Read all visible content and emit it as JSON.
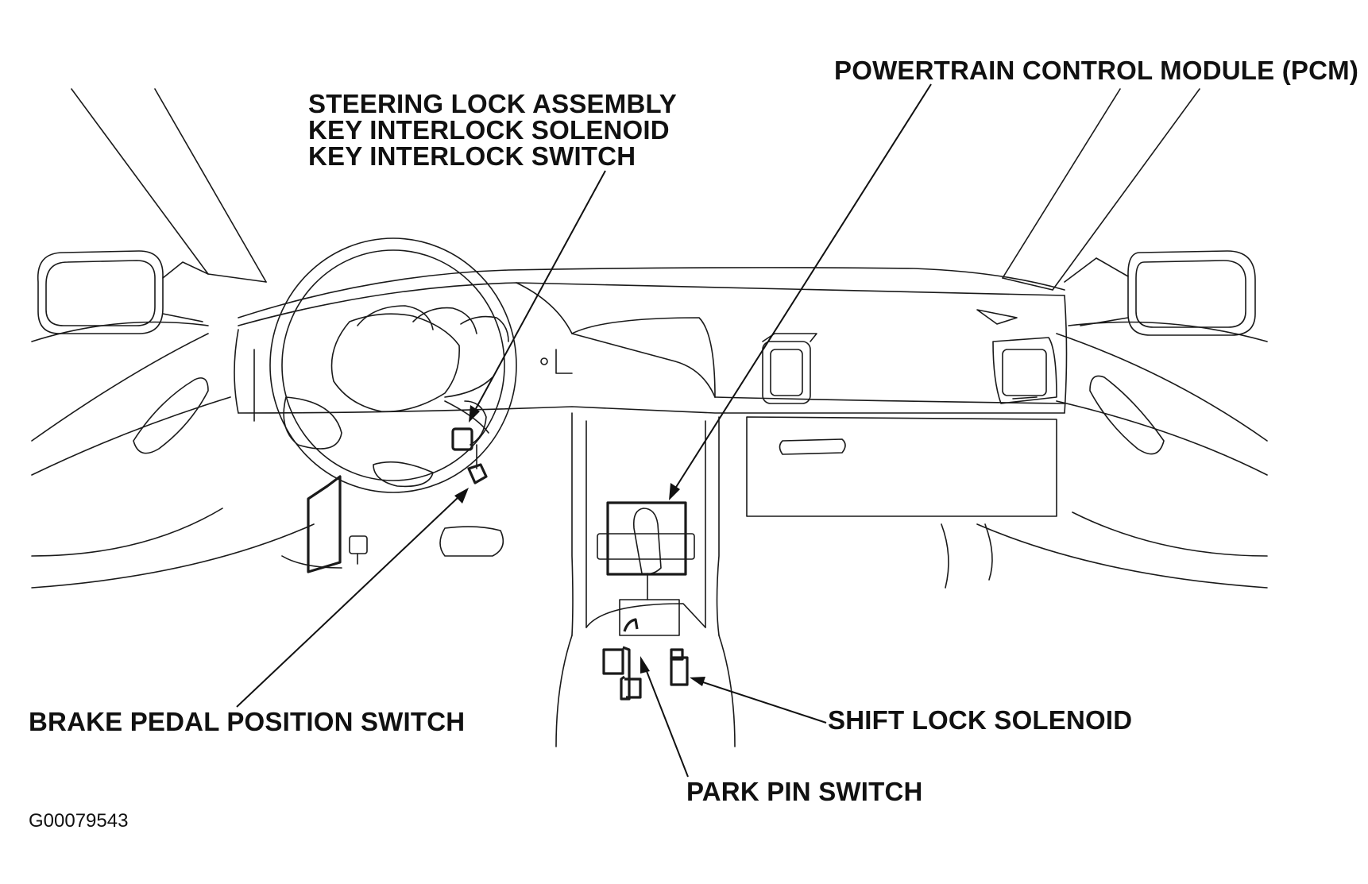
{
  "labels": {
    "pcm": "POWERTRAIN CONTROL MODULE (PCM)",
    "steering_lock_lines": [
      "STEERING LOCK ASSEMBLY",
      "KEY INTERLOCK SOLENOID",
      "KEY INTERLOCK SWITCH"
    ],
    "brake_pedal": "BRAKE PEDAL POSITION SWITCH",
    "shift_lock": "SHIFT LOCK SOLENOID",
    "park_pin": "PARK PIN SWITCH"
  },
  "figure_code": "G00079543"
}
